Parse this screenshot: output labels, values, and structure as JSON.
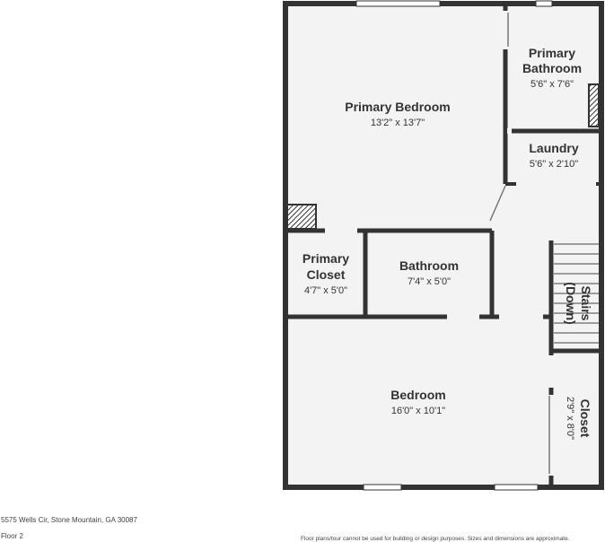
{
  "colors": {
    "wall": "#333333",
    "floor": "#f3f3f3",
    "window": "#ffffff",
    "text": "#333333"
  },
  "footer": {
    "address": "5575 Wells Cir, Stone Mountain, GA 30087",
    "floor": "Floor 2",
    "disclaimer": "Floor plans/tour cannot be used for building or design purposes. Sizes and dimensions are approximate."
  },
  "rooms": {
    "primary_bedroom": {
      "name": "Primary Bedroom",
      "dims": "13'2\" x 13'7\""
    },
    "primary_bathroom": {
      "name_line1": "Primary",
      "name_line2": "Bathroom",
      "dims": "5'6\" x 7'6\""
    },
    "laundry": {
      "name": "Laundry",
      "dims": "5'6\" x 2'10\""
    },
    "primary_closet": {
      "name_line1": "Primary",
      "name_line2": "Closet",
      "dims": "4'7\" x 5'0\""
    },
    "bathroom": {
      "name": "Bathroom",
      "dims": "7'4\" x 5'0\""
    },
    "stairs": {
      "name_line1": "Stairs",
      "name_line2": "(Down)"
    },
    "bedroom": {
      "name": "Bedroom",
      "dims": "16'0\" x 10'1\""
    },
    "closet": {
      "name": "Closet",
      "dims": "2'9\" x 8'0\""
    }
  }
}
